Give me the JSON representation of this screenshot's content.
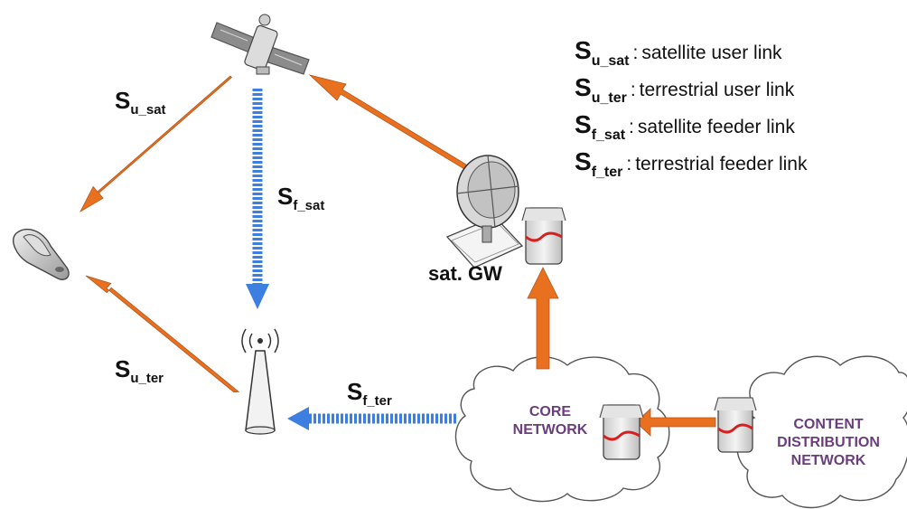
{
  "nodes": {
    "gateway_label": "sat. GW",
    "core_network": [
      "CORE",
      "NETWORK"
    ],
    "content_distribution_network": [
      "CONTENT",
      "DISTRIBUTION",
      "NETWORK"
    ]
  },
  "links": {
    "u_sat": {
      "symbol": "S",
      "subscript": "u_sat"
    },
    "f_sat": {
      "symbol": "S",
      "subscript": "f_sat"
    },
    "u_ter": {
      "symbol": "S",
      "subscript": "u_ter"
    },
    "f_ter": {
      "symbol": "S",
      "subscript": "f_ter"
    }
  },
  "legend": [
    {
      "symbol": "S",
      "subscript": "u_sat",
      "separator": ":",
      "description": "satellite user link"
    },
    {
      "symbol": "S",
      "subscript": "u_ter",
      "separator": ":",
      "description": "terrestrial user link"
    },
    {
      "symbol": "S",
      "subscript": "f_sat",
      "separator": ":",
      "description": "satellite feeder link"
    },
    {
      "symbol": "S",
      "subscript": "f_ter",
      "separator": ":",
      "description": "terrestrial feeder link"
    }
  ],
  "colors": {
    "user_link_arrow": "#e8701f",
    "feeder_link_arrow": "#3d7fe0",
    "cloud_text": "#6a3d7d",
    "server_stripe": "#d62020"
  }
}
